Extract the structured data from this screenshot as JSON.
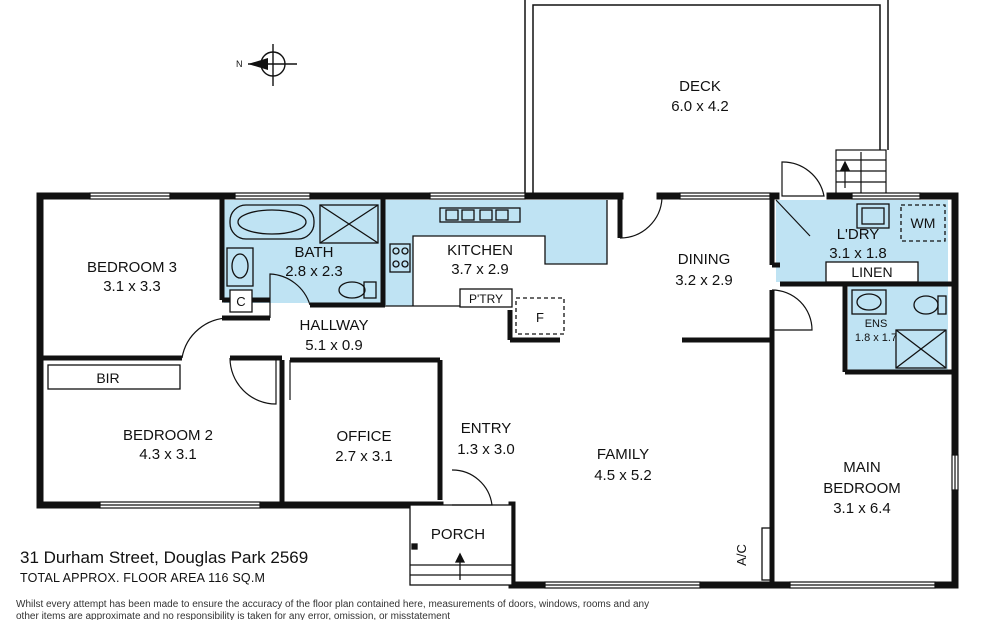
{
  "compass": {
    "north_label": "N"
  },
  "rooms": {
    "deck": {
      "name": "DECK",
      "size": "6.0 x 4.2"
    },
    "bedroom3": {
      "name": "BEDROOM 3",
      "size": "3.1 x 3.3"
    },
    "bath": {
      "name": "BATH",
      "size": "2.8 x 2.3"
    },
    "kitchen": {
      "name": "KITCHEN",
      "size": "3.7 x 2.9"
    },
    "dining": {
      "name": "DINING",
      "size": "3.2 x 2.9"
    },
    "laundry": {
      "name": "L'DRY",
      "size": "3.1 x 1.8"
    },
    "hallway": {
      "name": "HALLWAY",
      "size": "5.1 x 0.9"
    },
    "ensuite": {
      "name": "ENS",
      "size": "1.8 x 1.7"
    },
    "bedroom2": {
      "name": "BEDROOM 2",
      "size": "4.3 x 3.1"
    },
    "office": {
      "name": "OFFICE",
      "size": "2.7 x 3.1"
    },
    "entry": {
      "name": "ENTRY",
      "size": "1.3 x 3.0"
    },
    "family": {
      "name": "FAMILY",
      "size": "4.5 x 5.2"
    },
    "main_bedroom": {
      "name_line1": "MAIN",
      "name_line2": "BEDROOM",
      "size": "3.1 x 6.4"
    },
    "porch": {
      "name": "PORCH"
    }
  },
  "fixtures": {
    "wm": "WM",
    "linen": "LINEN",
    "bir": "BIR",
    "pantry": "P'TRY",
    "fridge": "F",
    "cupboard": "C",
    "aircon": "A/C"
  },
  "footer": {
    "address": "31 Durham Street, Douglas Park 2569",
    "floor_area": "TOTAL APPROX. FLOOR AREA 116 SQ.M",
    "disclaimer": "Whilst every attempt has been made to ensure the accuracy of the floor plan contained here, measurements of doors, windows, rooms and any other items are approximate and no responsibility is taken for any error, omission, or misstatement"
  },
  "colors": {
    "wet_area": "#bfe3f3",
    "wall": "#111111"
  }
}
